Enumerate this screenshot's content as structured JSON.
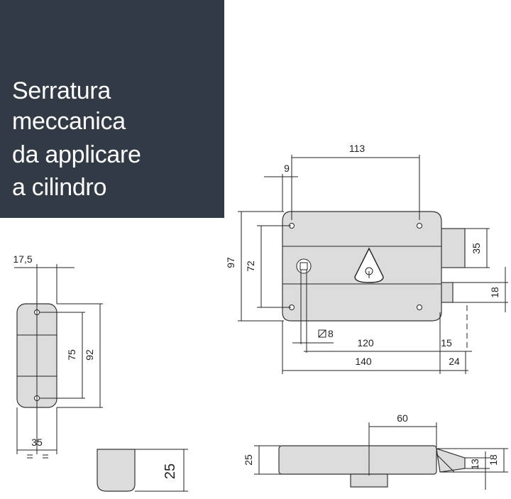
{
  "title": {
    "lines": [
      "Serratura",
      "meccanica",
      "da applicare",
      "a cilindro"
    ]
  },
  "dimensions": {
    "d113": "113",
    "d9": "9",
    "d97": "97",
    "d72": "72",
    "d35_right": "35",
    "d18_right": "18",
    "d8": "8",
    "d120": "120",
    "d15": "15",
    "d140": "140",
    "d24": "24",
    "d17_5": "17,5",
    "d75": "75",
    "d92": "92",
    "d35_bottom": "35",
    "d25_profile": "25",
    "d60": "60",
    "d25_top": "25",
    "d13": "13",
    "d18_top": "18"
  },
  "colors": {
    "title_bg": "#313a45",
    "title_text": "#ffffff",
    "body_fill": "#dcdcdc"
  }
}
